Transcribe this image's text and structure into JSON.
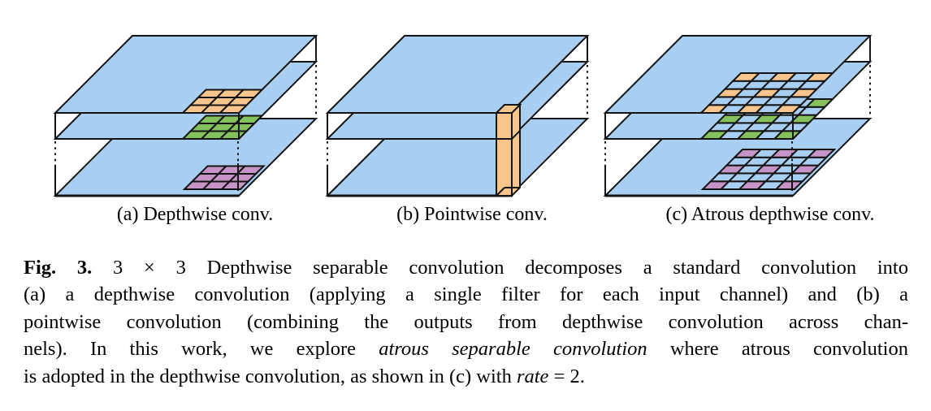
{
  "figure": {
    "subfigures": [
      {
        "id": "a",
        "label": "(a) Depthwise conv.",
        "kernel_grid": "3x3",
        "kernel_pattern": "solid",
        "kernel_colors": [
          "orange",
          "green",
          "purple"
        ]
      },
      {
        "id": "b",
        "label": "(b) Pointwise conv.",
        "kernel_grid": "1x1",
        "kernel_pattern": "column",
        "kernel_colors": [
          "orange"
        ]
      },
      {
        "id": "c",
        "label": "(c) Atrous depthwise conv.",
        "kernel_grid": "5x5",
        "kernel_pattern": "atrous-rate-2",
        "atrous_rate": 2,
        "kernel_colors": [
          "orange",
          "green",
          "purple"
        ]
      }
    ],
    "caption": {
      "lines": [
        {
          "segs": [
            {
              "t": "Fig. 3.",
              "s": "bold"
            },
            {
              "t": " 3 × 3 Depthwise separable convolution decomposes a standard convolution into",
              "s": "normal"
            }
          ]
        },
        {
          "segs": [
            {
              "t": "(a) a depthwise convolution (applying a single filter for each input channel) and (b) a",
              "s": "normal"
            }
          ]
        },
        {
          "segs": [
            {
              "t": "pointwise convolution (combining the outputs from depthwise convolution across chan-",
              "s": "normal"
            }
          ]
        },
        {
          "segs": [
            {
              "t": "nels). In this work, we explore ",
              "s": "normal"
            },
            {
              "t": "atrous separable convolution",
              "s": "italic"
            },
            {
              "t": " where atrous convolution",
              "s": "normal"
            }
          ]
        },
        {
          "segs": [
            {
              "t": "is adopted in the depthwise convolution, as shown in (c) with ",
              "s": "normal"
            },
            {
              "t": "rate",
              "s": "italic"
            },
            {
              "t": " = 2.",
              "s": "normal"
            }
          ]
        }
      ]
    },
    "colors": {
      "plane": "#A8CEF1",
      "kernel_orange": "#F8C58D",
      "kernel_green": "#85C15C",
      "kernel_purple": "#C794C7",
      "outline": "#141414",
      "background": "#FFFFFF"
    }
  }
}
